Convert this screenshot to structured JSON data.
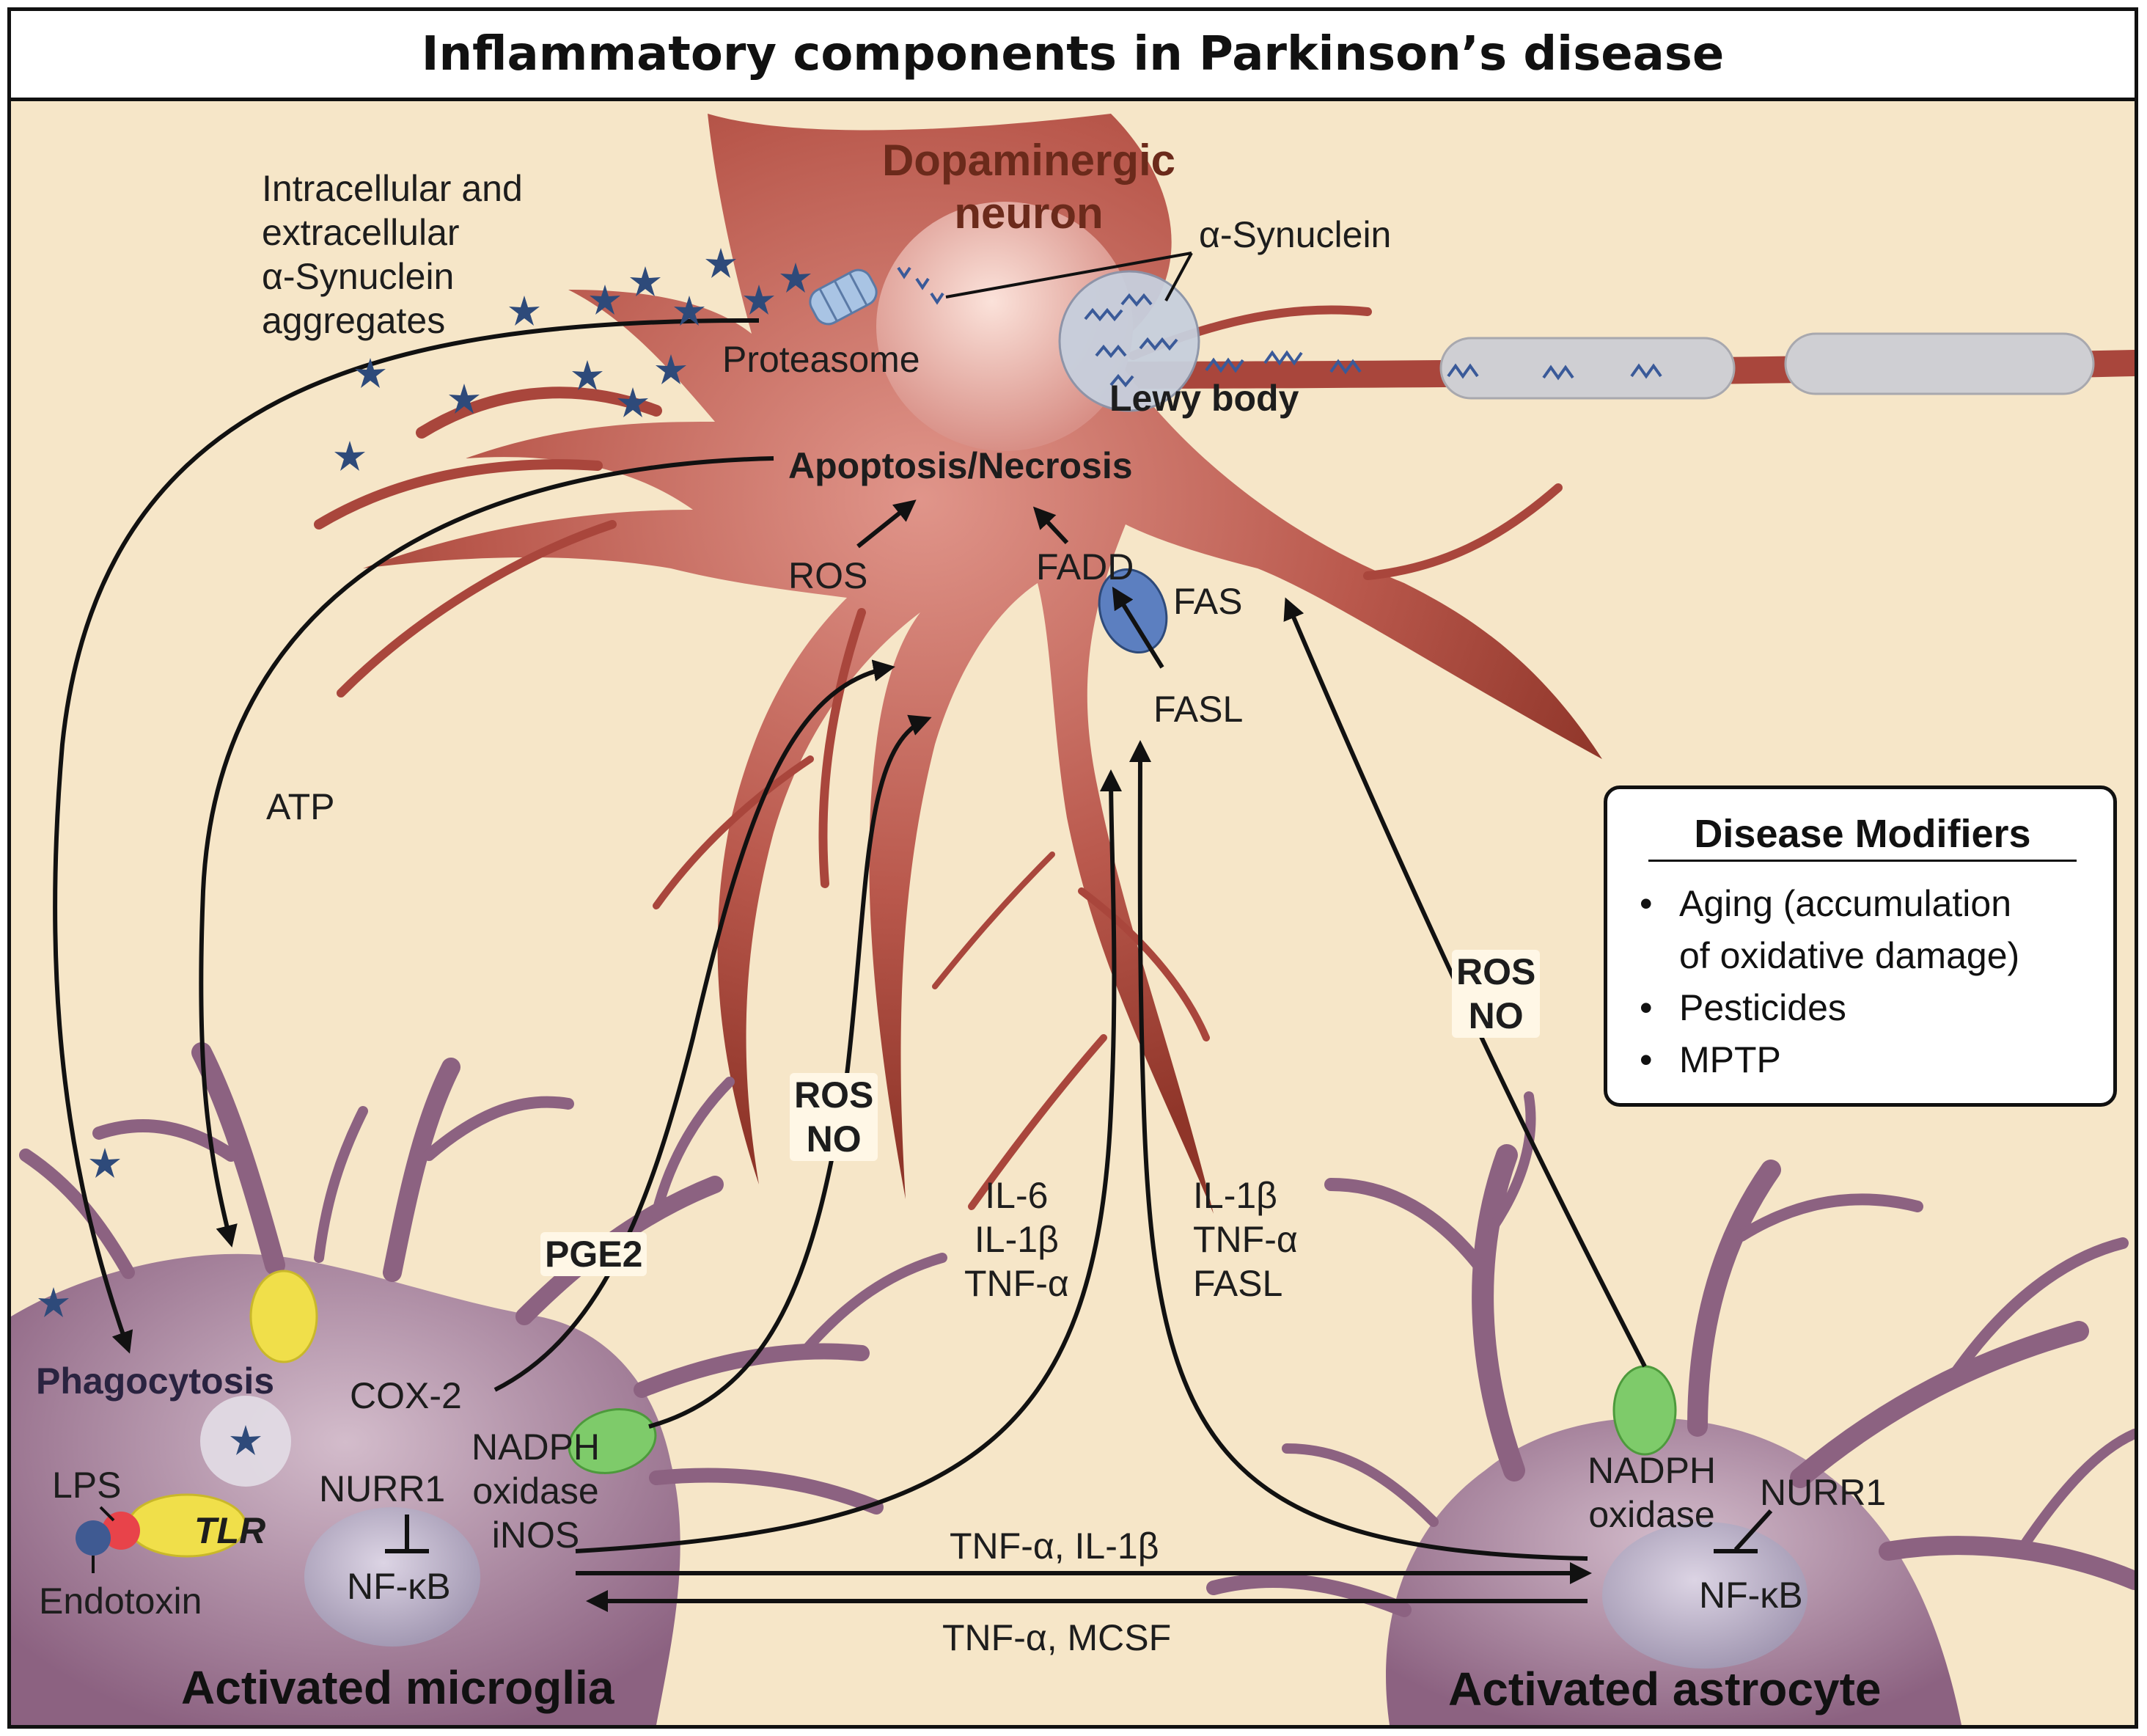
{
  "title": "Inflammatory components in Parkinson’s disease",
  "neuron": {
    "name_line1": "Dopaminergic",
    "name_line2": "neuron",
    "alpha_synuclein": "α-Synuclein",
    "proteasome": "Proteasome",
    "lewy_body": "Lewy body",
    "apoptosis": "Apoptosis/Necrosis",
    "ros": "ROS",
    "fadd": "FADD",
    "fas": "FAS",
    "fasl": "FASL"
  },
  "aggregates": {
    "line1": "Intracellular and",
    "line2": "extracellular",
    "line3": "α-Synuclein",
    "line4": "aggregates"
  },
  "signals": {
    "atp": "ATP",
    "pge2": "PGE2",
    "ros_no_left": {
      "ros": "ROS",
      "no": "NO"
    },
    "ros_no_right": {
      "ros": "ROS",
      "no": "NO"
    },
    "cytokines_microglia": [
      "IL-6",
      "IL-1β",
      "TNF-α"
    ],
    "cytokines_astrocyte": [
      "IL-1β",
      "TNF-α",
      "FASL"
    ],
    "to_astrocyte": "TNF-α, IL-1β",
    "to_microglia": "TNF-α, MCSF"
  },
  "microglia": {
    "name": "Activated microglia",
    "phagocytosis": "Phagocytosis",
    "cox2": "COX-2",
    "nadph_line1": "NADPH",
    "nadph_line2": "oxidase",
    "inos": "iNOS",
    "nurr1": "NURR1",
    "nfkb": "NF-κB",
    "lps": "LPS",
    "tlr": "TLR",
    "endotoxin": "Endotoxin"
  },
  "astrocyte": {
    "name": "Activated astrocyte",
    "nadph_line1": "NADPH",
    "nadph_line2": "oxidase",
    "nurr1": "NURR1",
    "nfkb": "NF-κB"
  },
  "disease_modifiers": {
    "title": "Disease Modifiers",
    "items": [
      "Aging (accumulation",
      "of oxidative damage)",
      "Pesticides",
      "MPTP"
    ]
  },
  "colors": {
    "background": "#f6e6c8",
    "neuron": "#a9463c",
    "glia": "#9b7390",
    "arrow": "#111111",
    "aggregate_star": "#2e4a7a"
  }
}
